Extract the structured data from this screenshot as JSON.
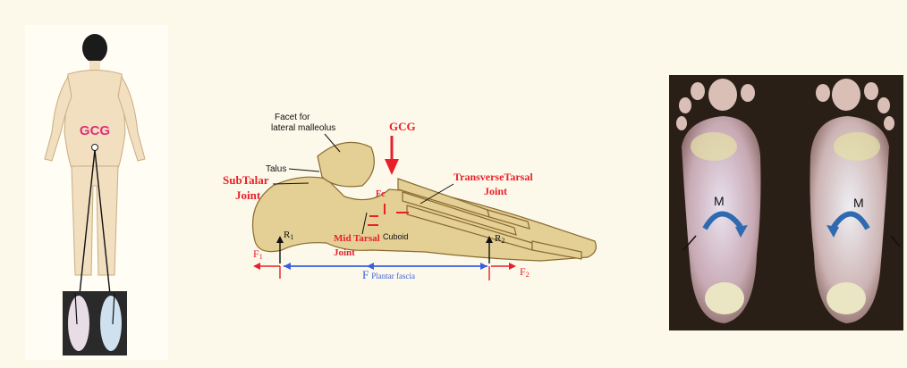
{
  "left_panel": {
    "gcg_label": "GCG",
    "colors": {
      "gcg": "#e0307a",
      "skin": "#f1dfc0",
      "hair": "#1b1b1b"
    }
  },
  "foot_diagram": {
    "gcg_label": "GCG",
    "facet_label_line1": "Facet for",
    "facet_label_line2": "lateral malleolus",
    "talus_label": "Talus",
    "subtalar_line1": "SubTalar",
    "subtalar_line2": "Joint",
    "transverse_line1": "TransverseTarsal",
    "transverse_line2": "Joint",
    "midtarsal_line1": "Mid Tarsal",
    "midtarsal_line2": "Joint",
    "cuboid_label": "Cuboid",
    "fc_label": "Fc",
    "r1_label": "R",
    "r1_sub": "1",
    "r2_label": "R",
    "r2_sub": "2",
    "f1_label": "F",
    "f1_sub": "1",
    "f2_label": "F",
    "f2_sub": "2",
    "f_plantar_main": "F",
    "f_plantar_sub": "Plantar fascia",
    "colors": {
      "red": "#e8202a",
      "blue": "#3a5ee0",
      "bone": "#e4cf94"
    }
  },
  "sole_photo": {
    "left_moment_label": "M",
    "right_moment_label": "M",
    "colors": {
      "arrow": "#2e6ab0"
    }
  }
}
